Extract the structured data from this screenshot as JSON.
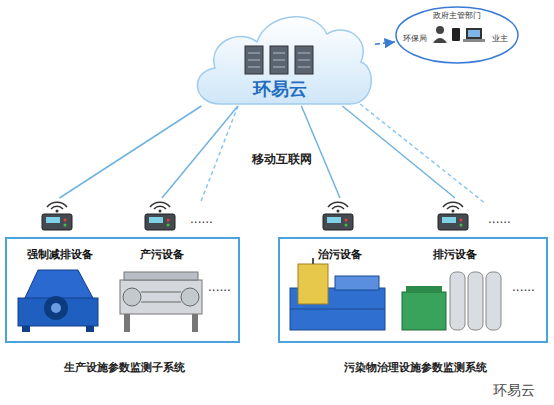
{
  "diagram": {
    "nodes": [
      {
        "text": [
          "环易云"
        ]
      },
      {
        "text": [
          "政府主管部门",
          "环保局",
          "业主"
        ]
      },
      {
        "text": [
          "生产设施参数监测子系统"
        ]
      },
      {
        "text": [
          "强制减排设备"
        ],
        "in": 2
      },
      {
        "text": [
          "产污设备"
        ],
        "in": 2
      },
      {
        "text": [
          "污染物治理设施参数监测系统"
        ]
      },
      {
        "text": [
          "治污设备"
        ],
        "in": 5
      },
      {
        "text": [
          "排污设备"
        ],
        "in": 5
      }
    ],
    "edges": [
      {
        "from": 0,
        "to": 1,
        "arrow": "to"
      },
      {
        "from": 0,
        "to": 3,
        "arrow": "none"
      },
      {
        "from": 0,
        "to": 4,
        "arrow": "none"
      },
      {
        "from": 0,
        "to": 6,
        "arrow": "none"
      },
      {
        "from": 0,
        "to": 7,
        "arrow": "none"
      }
    ],
    "labels": [
      "移动互联网",
      "......",
      "......",
      "......",
      "......",
      "环易云"
    ]
  }
}
